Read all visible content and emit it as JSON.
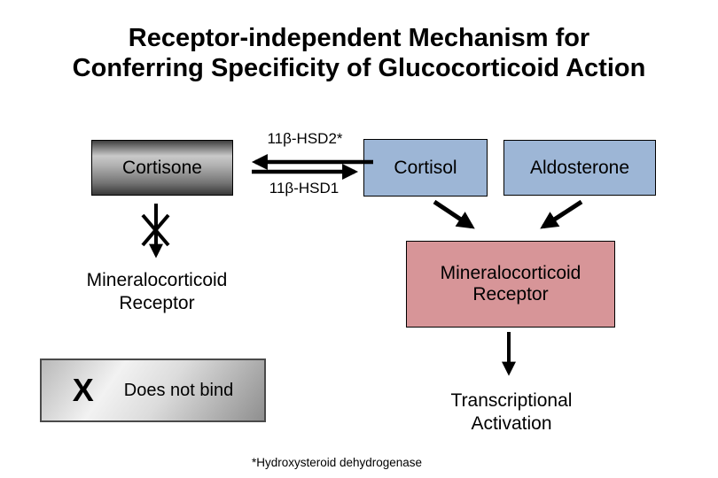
{
  "title": {
    "line1": "Receptor-independent Mechanism for",
    "line2": "Conferring Specificity of Glucocorticoid Action"
  },
  "diagram": {
    "cortisone_label": "Cortisone",
    "enzyme_top_label": "11β-HSD2*",
    "enzyme_bottom_label": "11β-HSD1",
    "cortisol_label": "Cortisol",
    "aldosterone_label": "Aldosterone",
    "mr_text_line1": "Mineralocorticoid",
    "mr_text_line2": "Receptor",
    "mr_box_line1": "Mineralocorticoid",
    "mr_box_line2": "Receptor",
    "transcription_line1": "Transcriptional",
    "transcription_line2": "Activation",
    "footnote": "*Hydroxysteroid dehydrogenase"
  },
  "legend": {
    "x_symbol": "X",
    "label": "Does not bind"
  },
  "colors": {
    "steroid_box_blue": "#9db6d6",
    "receptor_box_pink": "#d79598",
    "arrow_black": "#000000"
  }
}
